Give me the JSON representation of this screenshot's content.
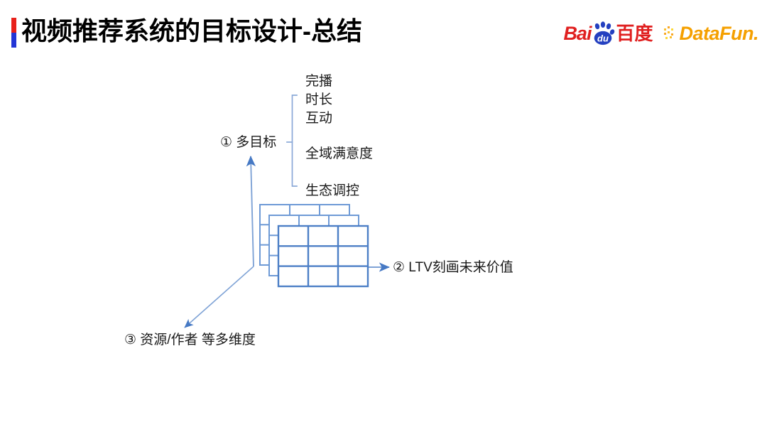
{
  "header": {
    "title": "视频推荐系统的目标设计-总结",
    "accent_colors": {
      "top": "#e8211b",
      "bottom": "#2436d6"
    },
    "logos": {
      "baidu": {
        "latin": "Bai",
        "paw_text": "du",
        "hanzi": "百度",
        "color_red": "#e02020",
        "color_blue": "#2440c0"
      },
      "datafun": {
        "word": "DataFun.",
        "color": "#f5a000"
      }
    }
  },
  "diagram": {
    "line_color": "#5b8bd5",
    "labels": {
      "multi_objective": "① 多目标",
      "ltv": "② LTV刻画未来价值",
      "dimensions": "③ 资源/作者 等多维度"
    },
    "branches": [
      "完播",
      "时长",
      "互动",
      "全域满意度",
      "生态调控"
    ]
  }
}
